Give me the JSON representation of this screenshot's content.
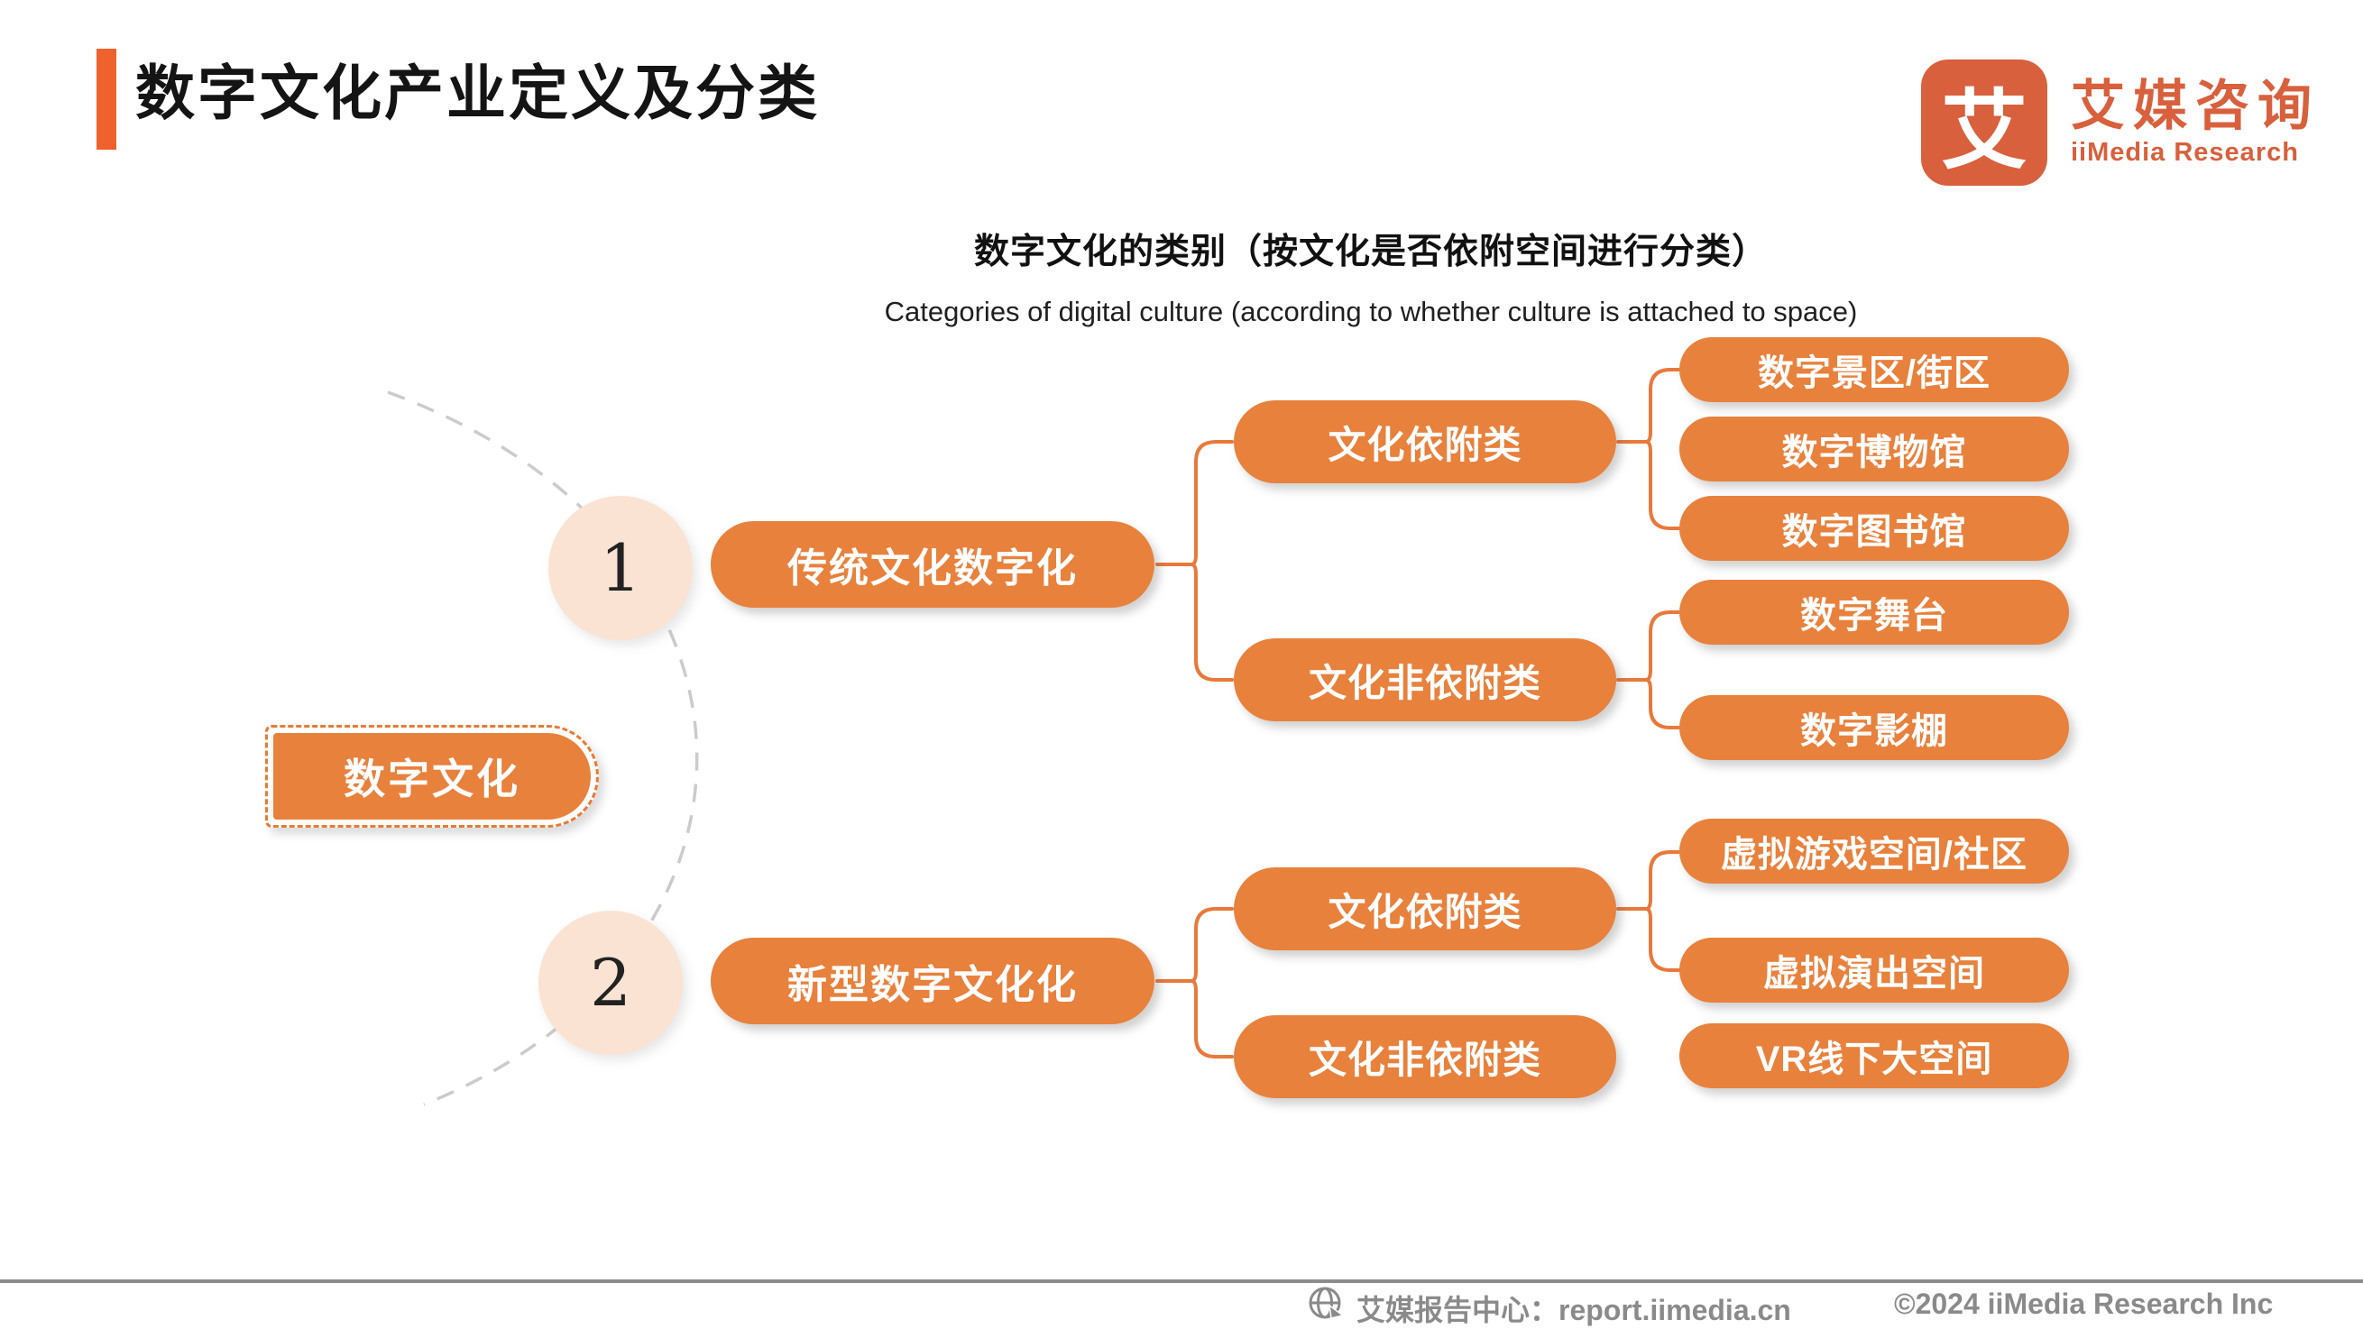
{
  "page": {
    "title": "数字文化产业定义及分类"
  },
  "logo": {
    "glyph": "艾",
    "name_cn": "艾媒咨询",
    "name_en": "iiMedia Research"
  },
  "chart": {
    "title_cn": "数字文化的类别（按文化是否依附空间进行分类）",
    "title_en": "Categories of digital culture (according to whether culture is attached to space)"
  },
  "diagram": {
    "root": {
      "label": "数字文化"
    },
    "branches": [
      {
        "index": "1",
        "label": "传统文化数字化",
        "children": [
          {
            "label": "文化依附类",
            "leaves": [
              "数字景区/街区",
              "数字博物馆",
              "数字图书馆"
            ]
          },
          {
            "label": "文化非依附类",
            "leaves": [
              "数字舞台",
              "数字影棚"
            ]
          }
        ]
      },
      {
        "index": "2",
        "label": "新型数字文化化",
        "children": [
          {
            "label": "文化依附类",
            "leaves": [
              "虚拟游戏空间/社区",
              "虚拟演出空间"
            ]
          },
          {
            "label": "文化非依附类",
            "leaves": [
              "VR线下大空间"
            ]
          }
        ]
      }
    ]
  },
  "footer": {
    "left": "艾媒报告中心：report.iimedia.cn",
    "right": "©2024 iiMedia Research Inc"
  },
  "colors": {
    "pill_orange": "#E8813C",
    "logo_orange": "#D8603C",
    "accent_bar_orange": "#F0622D",
    "circle_fill": "#FAE3D2",
    "footer_gray": "#8A8A8A",
    "dash_gray": "#CBCBCB"
  }
}
